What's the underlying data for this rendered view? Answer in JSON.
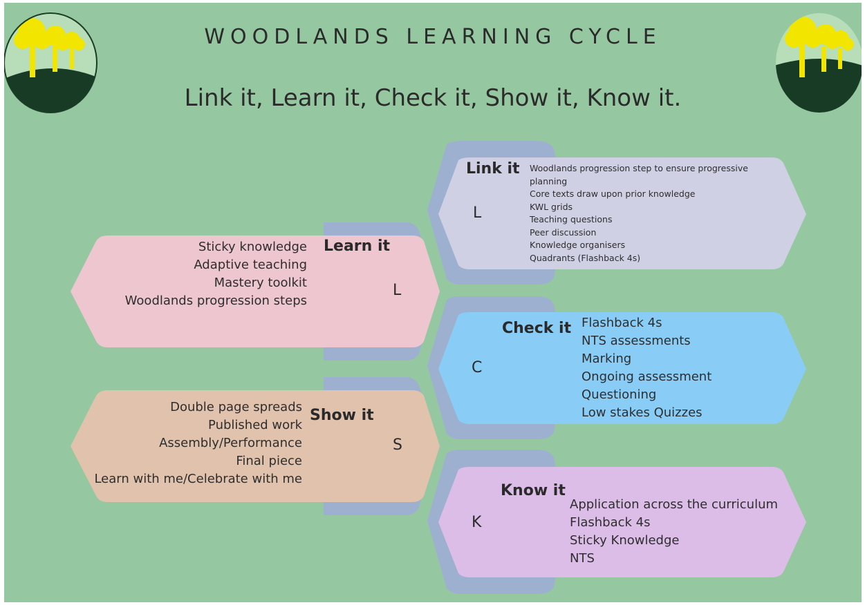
{
  "header": {
    "title": "WOODLANDS LEARNING CYCLE",
    "subtitle": "Link it, Learn it, Check it, Show it, Know it."
  },
  "logo": {
    "icon": "tree-logo-icon"
  },
  "colors": {
    "background": "#95c8a1",
    "shadow": "#9eb0cf",
    "link": "#d0d0e4",
    "learn": "#edc6cf",
    "check": "#89cdf7",
    "show": "#e1c2ad",
    "know": "#dcbde8",
    "tree": "#f2e600"
  },
  "cards": {
    "link": {
      "heading": "Link it",
      "letter": "L",
      "items": [
        "Woodlands progression step to ensure progressive",
        "planning",
        "Core texts draw upon prior knowledge",
        "KWL grids",
        "Teaching questions",
        "Peer discussion",
        "Knowledge organisers",
        "Quadrants (Flashback 4s)"
      ]
    },
    "learn": {
      "heading": "Learn it",
      "letter": "L",
      "items": [
        "Sticky knowledge",
        "Adaptive teaching",
        "Mastery toolkit",
        "Woodlands progression steps"
      ]
    },
    "check": {
      "heading": "Check it",
      "letter": "C",
      "items": [
        "Flashback 4s",
        "NTS assessments",
        "Marking",
        "Ongoing assessment",
        "Questioning",
        "Low stakes Quizzes"
      ]
    },
    "show": {
      "heading": "Show it",
      "letter": "S",
      "items": [
        "Double page spreads",
        "Published work",
        "Assembly/Performance",
        "Final piece",
        "Learn with me/Celebrate with me"
      ]
    },
    "know": {
      "heading": "Know it",
      "letter": "K",
      "items": [
        "Application across the curriculum",
        "Flashback 4s",
        "Sticky Knowledge",
        "NTS"
      ]
    }
  }
}
